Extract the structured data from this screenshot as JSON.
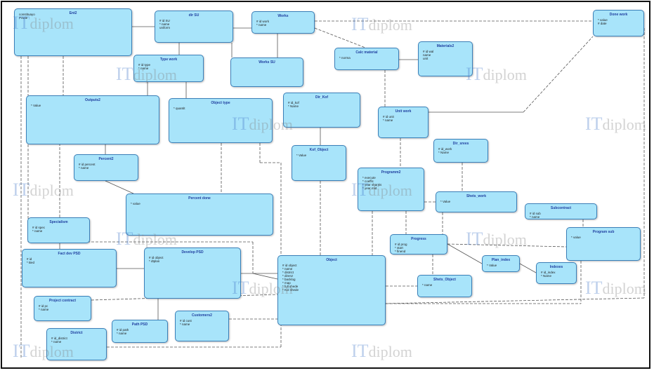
{
  "diagram": {
    "entities": [
      {
        "key": "ent1",
        "name": "",
        "attrs": [
          "constituayo",
          "Powie"
        ]
      },
      {
        "key": "ent2",
        "name": "Ent2",
        "attrs": []
      },
      {
        "key": "dir_su",
        "name": "dir SU",
        "attrs": [
          "# id SU",
          "* name",
          "uniform"
        ]
      },
      {
        "key": "works",
        "name": "Works",
        "attrs": [
          "# id work",
          "* name"
        ]
      },
      {
        "key": "done_work",
        "name": "Done work",
        "attrs": [
          "* value",
          "# date"
        ]
      },
      {
        "key": "type_work",
        "name": "Type work",
        "attrs": [
          "# id type",
          "* name"
        ]
      },
      {
        "key": "works_su",
        "name": "Works SU",
        "attrs": []
      },
      {
        "key": "calc_material",
        "name": "Calc material",
        "attrs": [
          "* norma"
        ]
      },
      {
        "key": "materials",
        "name": "Materials2",
        "attrs": [
          "# id wal",
          "name",
          "unit"
        ]
      },
      {
        "key": "outputs",
        "name": "Outputs2",
        "attrs": [
          "* Value"
        ]
      },
      {
        "key": "object_type",
        "name": "Object type",
        "attrs": [
          "* quantit"
        ]
      },
      {
        "key": "dir_kof",
        "name": "Dir_Kof",
        "attrs": [
          "# id_kof",
          "* Name"
        ]
      },
      {
        "key": "unit_work",
        "name": "Unit work",
        "attrs": [
          "# id unit",
          "* name"
        ]
      },
      {
        "key": "percent",
        "name": "Percent2",
        "attrs": [
          "# id percent",
          "* name"
        ]
      },
      {
        "key": "kof_object",
        "name": "Kof_Object",
        "attrs": [
          "* Value"
        ]
      },
      {
        "key": "dir_srees",
        "name": "Dir_srees",
        "attrs": [
          "# id_work",
          "* Name"
        ]
      },
      {
        "key": "programm",
        "name": "Programm2",
        "attrs": [
          "* execute",
          "* coeffic",
          "* year shanks",
          "* year mid"
        ]
      },
      {
        "key": "percent_done",
        "name": "Percent done",
        "attrs": [
          "* value"
        ]
      },
      {
        "key": "shets_work",
        "name": "Shets_work",
        "attrs": [
          "* Value"
        ]
      },
      {
        "key": "subcontract",
        "name": "Subcontract",
        "attrs": [
          "# id sub",
          "* name"
        ]
      },
      {
        "key": "specialism",
        "name": "Specialism",
        "attrs": [
          "# id spec",
          "* name"
        ]
      },
      {
        "key": "progress",
        "name": "Progress",
        "attrs": [
          "# id prog",
          "* start",
          "* finend"
        ]
      },
      {
        "key": "program_sub",
        "name": "Program sub",
        "attrs": [
          "* value"
        ]
      },
      {
        "key": "fact_dev",
        "name": "Fact dev PSD",
        "attrs": [
          "# id",
          "* Bed"
        ]
      },
      {
        "key": "develop_psd",
        "name": "Develop PSD",
        "attrs": [
          "# id object",
          "* dtplan"
        ]
      },
      {
        "key": "object",
        "name": "Object",
        "attrs": [
          "# id object",
          "* name",
          "* district",
          "* direnz",
          "* backlog",
          "* map",
          "* full shede",
          "* Kol shede"
        ]
      },
      {
        "key": "plan_index",
        "name": "Plan_index",
        "attrs": [
          "* Value"
        ]
      },
      {
        "key": "indexes",
        "name": "Indexes",
        "attrs": [
          "# id_index",
          "* Name"
        ]
      },
      {
        "key": "shets_object",
        "name": "Shets_Object",
        "attrs": [
          "* name"
        ]
      },
      {
        "key": "project_contract",
        "name": "Project contract",
        "attrs": [
          "# id pc",
          "* name"
        ]
      },
      {
        "key": "customers",
        "name": "Customers2",
        "attrs": [
          "# id cust",
          "* name"
        ]
      },
      {
        "key": "path_psd",
        "name": "Path PSD",
        "attrs": [
          "# id path",
          "* name"
        ]
      },
      {
        "key": "district",
        "name": "District",
        "attrs": [
          "# id_district",
          "* name"
        ]
      }
    ],
    "watermark": {
      "it": "IT",
      "diplom": "diplom"
    }
  }
}
